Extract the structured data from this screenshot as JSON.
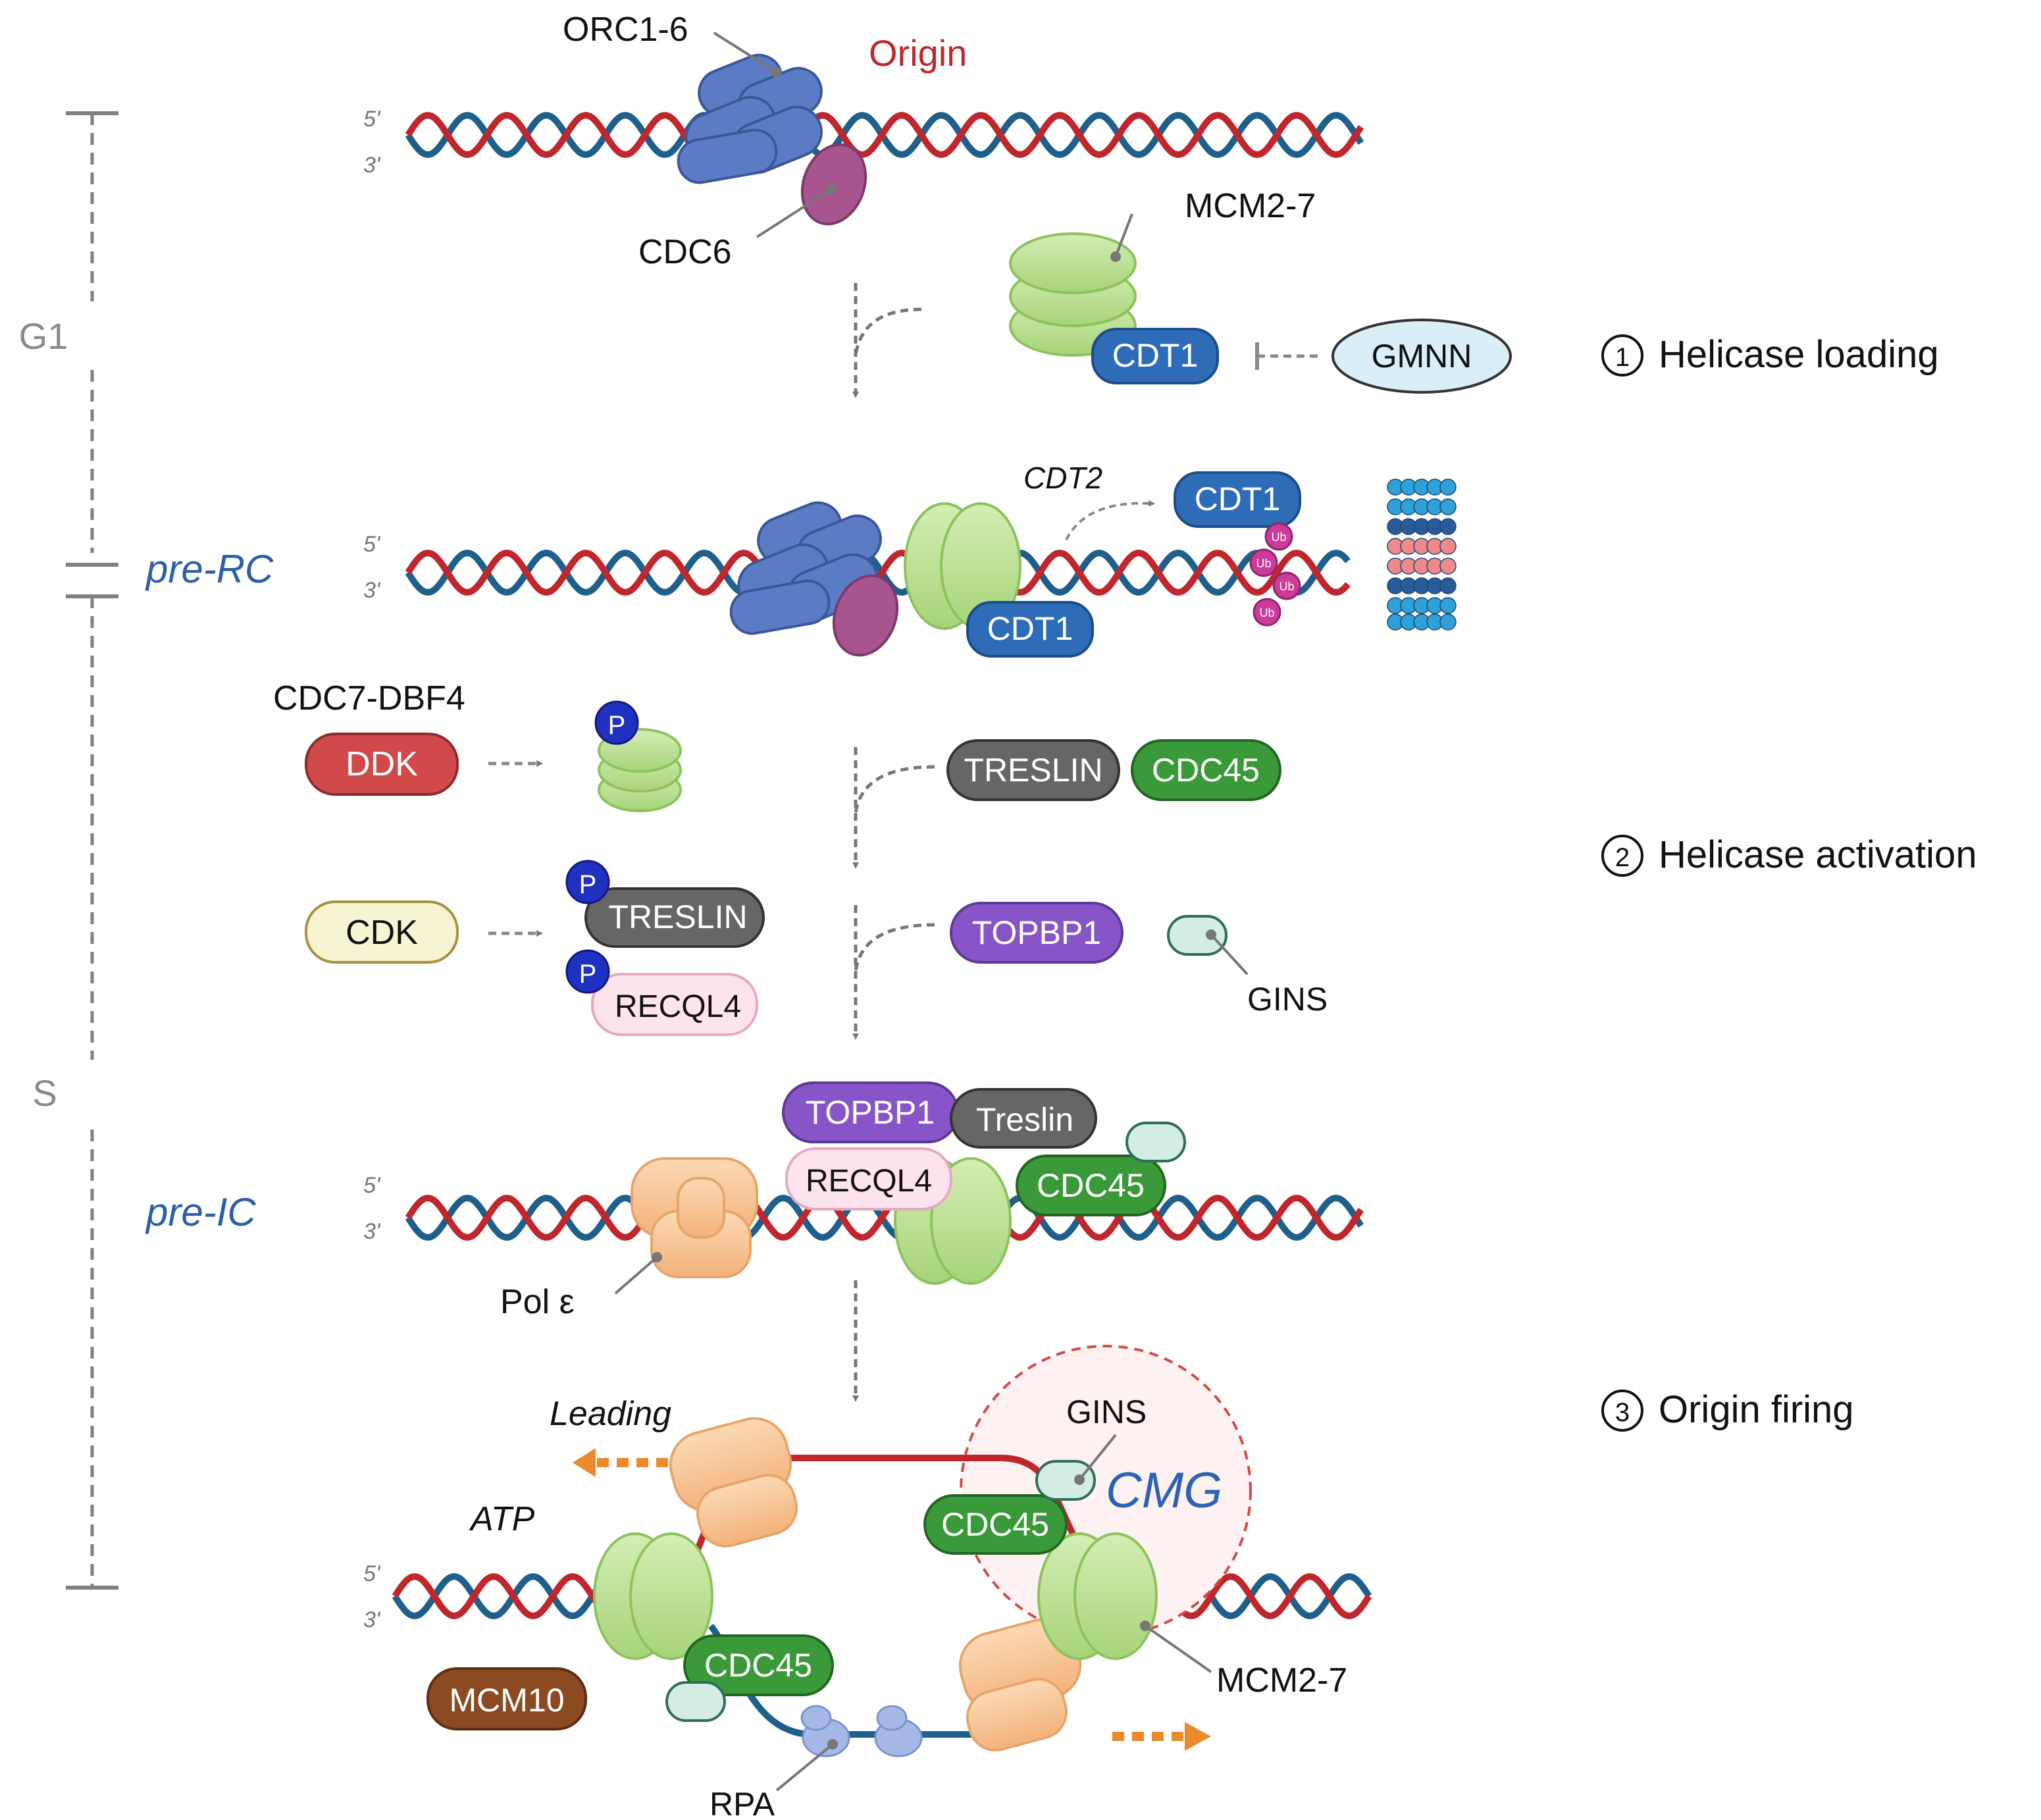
{
  "phases": {
    "g1": "G1",
    "s": "S"
  },
  "complex_labels": {
    "pre_rc": "pre-RC",
    "pre_ic": "pre-IC"
  },
  "strand_labels": {
    "five_prime": "5'",
    "three_prime": "3'"
  },
  "steps": [
    {
      "number": "1",
      "label": "Helicase loading"
    },
    {
      "number": "2",
      "label": "Helicase activation"
    },
    {
      "number": "3",
      "label": "Origin firing"
    }
  ],
  "row1": {
    "orc": "ORC1-6",
    "origin": "Origin",
    "cdc6": "CDC6",
    "mcm": "MCM2-7",
    "cdt1": "CDT1",
    "gmnn": "GMNN"
  },
  "row2": {
    "cdt2": "CDT2",
    "cdt1_free": "CDT1",
    "cdt1_bound": "CDT1",
    "ub": "Ub"
  },
  "activation": {
    "ddk_header": "CDC7-DBF4",
    "ddk": "DDK",
    "p": "P",
    "treslin": "TRESLIN",
    "cdc45": "CDC45",
    "cdk": "CDK",
    "recql4": "RECQL4",
    "topbp1": "TOPBP1",
    "gins": "GINS"
  },
  "preic": {
    "topbp1": "TOPBP1",
    "treslin": "Treslin",
    "recql4": "RECQL4",
    "cdc45": "CDC45",
    "pol_e": "Pol ε"
  },
  "firing": {
    "leading": "Leading",
    "atp": "ATP",
    "gins": "GINS",
    "cmg": "CMG",
    "cdc45_top": "CDC45",
    "cdc45_bottom": "CDC45",
    "mcm10": "MCM10",
    "mcm": "MCM2-7",
    "rpa": "RPA"
  },
  "colors": {
    "dna_red": "#c0272d",
    "dna_blue": "#1f5f8b",
    "orc_blue": "#5577c2",
    "cdc6": "#a8548f",
    "mcm_green": "#b9e08d",
    "cdt1_blue": "#2e6cb8",
    "gmnn": "#d9eef6",
    "ddk": "#d04a4a",
    "treslin": "#666666",
    "cdc45": "#3a9a3a",
    "topbp1": "#8855c8",
    "recql4": "#fde3ee",
    "cdk": "#f6f4d3",
    "gins": "#d3ece4",
    "pol_e": "#f7c79a",
    "mcm10": "#8b4a22",
    "phospho": "#2030c0",
    "ub": "#cc3a9a",
    "cmg_text": "#2d63b5",
    "orange_arrow": "#ea8a2a",
    "origin_text": "#c0272d",
    "complex_label": "#2b5fa8"
  },
  "icons": [
    "dna-double-helix-icon",
    "orc-complex-icon",
    "mcm-ring-icon",
    "proteasome-icon",
    "polymerase-icon",
    "rpa-icon",
    "ubiquitin-icon",
    "phosphate-icon"
  ]
}
